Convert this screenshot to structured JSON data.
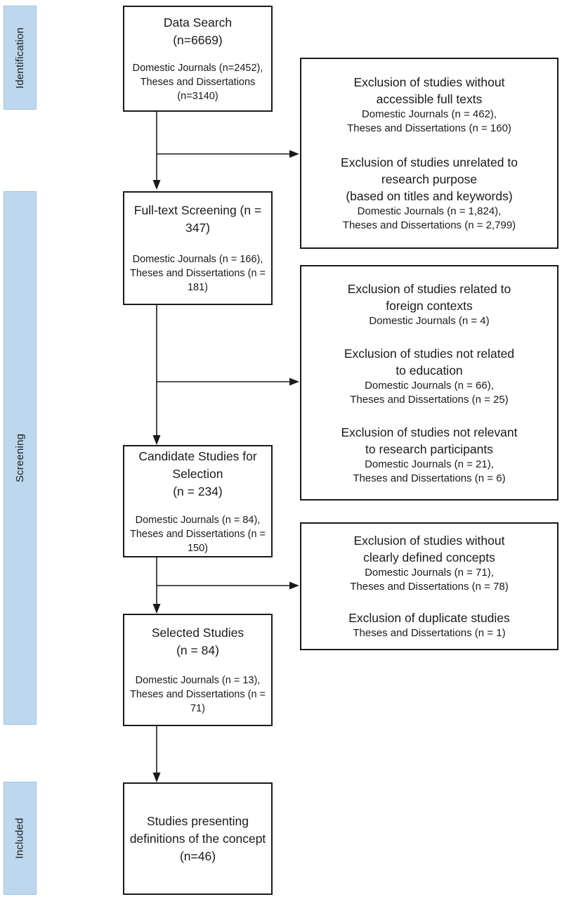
{
  "colors": {
    "band_fill": "#bdd7ee",
    "band_border": "#9dc3e6",
    "box_border": "#1a1a1a",
    "text": "#1a1a1a",
    "background": "#ffffff"
  },
  "stages": [
    {
      "label": "Identification"
    },
    {
      "label": "Screening"
    },
    {
      "label": "Included"
    }
  ],
  "left_boxes": [
    {
      "title": "Data Search\n(n=6669)",
      "detail": "Domestic Journals (n=2452),\nTheses and Dissertations (n=3140)"
    },
    {
      "title": "Full-text Screening (n = 347)",
      "detail": "Domestic Journals (n = 166),\nTheses and Dissertations (n = 181)"
    },
    {
      "title": "Candidate Studies for\nSelection\n(n = 234)",
      "detail": "Domestic Journals (n = 84),\nTheses and Dissertations (n = 150)"
    },
    {
      "title": "Selected Studies\n(n = 84)",
      "detail": "Domestic Journals (n = 13),\nTheses and Dissertations (n = 71)"
    },
    {
      "title": "Studies presenting\ndefinitions of the concept\n(n=46)",
      "detail": ""
    }
  ],
  "right_boxes": [
    {
      "entries": [
        {
          "heading": "Exclusion of studies without\naccessible full texts",
          "detail": "Domestic Journals (n = 462),\nTheses and Dissertations (n = 160)"
        },
        {
          "heading": "Exclusion of studies unrelated to\nresearch purpose\n(based on titles and keywords)",
          "detail": "Domestic Journals (n = 1,824),\nTheses and Dissertations (n = 2,799)"
        }
      ]
    },
    {
      "entries": [
        {
          "heading": "Exclusion of studies related to\nforeign contexts",
          "detail": "Domestic Journals (n = 4)"
        },
        {
          "heading": "Exclusion of studies not related\nto education",
          "detail": "Domestic Journals (n = 66),\nTheses and Dissertations (n = 25)"
        },
        {
          "heading": "Exclusion of studies not relevant\nto research participants",
          "detail": "Domestic Journals (n = 21),\nTheses and Dissertations (n = 6)"
        }
      ]
    },
    {
      "entries": [
        {
          "heading": "Exclusion of studies without\nclearly defined concepts",
          "detail": "Domestic Journals (n = 71),\nTheses and Dissertations (n = 78)"
        },
        {
          "heading": "Exclusion of duplicate studies",
          "detail": "Theses and Dissertations (n = 1)"
        }
      ]
    }
  ]
}
